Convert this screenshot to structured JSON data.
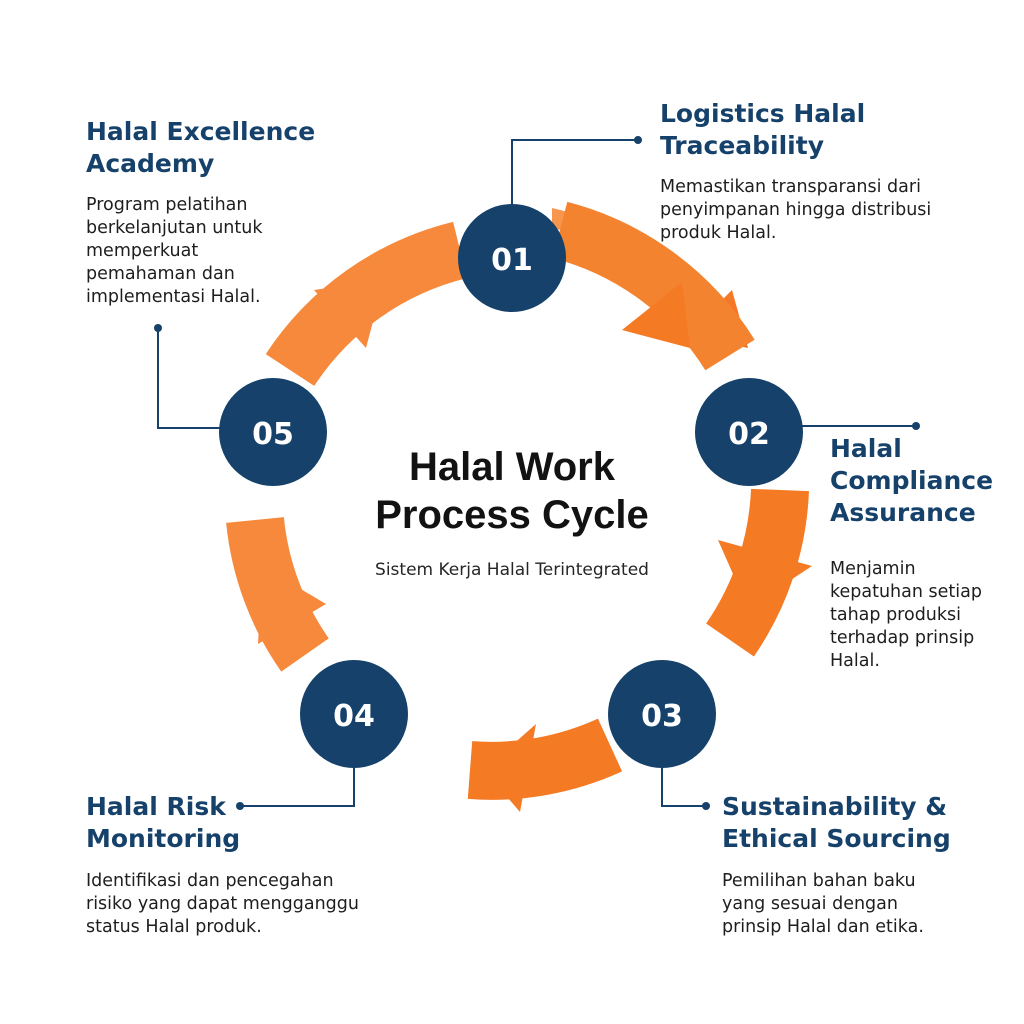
{
  "center": {
    "title_lines": [
      "Halal Work",
      "Process Cycle"
    ],
    "subtitle": "Sistem Kerja Halal Terintegrated"
  },
  "colors": {
    "ring": "#f47a24",
    "ring_light": "#f89850",
    "badge": "#16416a",
    "title_text": "#16416a"
  },
  "steps": [
    {
      "number": "01",
      "title_lines": [
        "Logistics Halal",
        "Traceability"
      ],
      "desc_lines": [
        "Memastikan transparansi dari",
        "penyimpanan hingga distribusi",
        "produk Halal."
      ]
    },
    {
      "number": "02",
      "title_lines": [
        "Halal",
        "Compliance",
        "Assurance"
      ],
      "desc_lines": [
        "Menjamin",
        "kepatuhan setiap",
        "tahap produksi",
        "terhadap prinsip",
        "Halal."
      ]
    },
    {
      "number": "03",
      "title_lines": [
        "Sustainability &",
        "Ethical Sourcing"
      ],
      "desc_lines": [
        "Pemilihan bahan baku",
        "yang sesuai dengan",
        "prinsip Halal dan etika."
      ]
    },
    {
      "number": "04",
      "title_lines": [
        "Halal Risk",
        "Monitoring"
      ],
      "desc_lines": [
        "Identifikasi dan pencegahan",
        "risiko yang dapat mengganggu",
        "status Halal produk."
      ]
    },
    {
      "number": "05",
      "title_lines": [
        "Halal Excellence",
        "Academy"
      ],
      "desc_lines": [
        "Program pelatihan",
        "berkelanjutan untuk",
        "memperkuat",
        "pemahaman dan",
        "implementasi Halal."
      ]
    }
  ]
}
